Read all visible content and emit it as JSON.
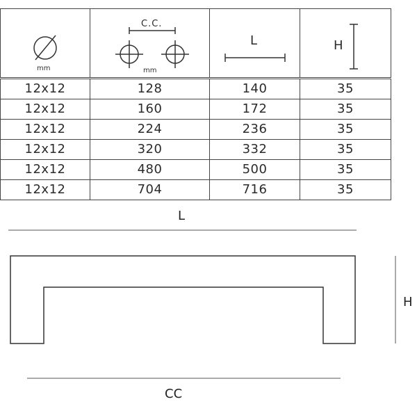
{
  "header": {
    "diameter_unit": "mm",
    "cc_label": "C.C.",
    "cc_unit": "mm",
    "length_label": "L",
    "height_label": "H",
    "diameter_icon": "diameter-icon",
    "cc_icon": "center-to-center-icon",
    "length_icon": "length-dimension-icon",
    "height_icon": "height-dimension-icon"
  },
  "rows": [
    {
      "diameter": "12x12",
      "cc": "128",
      "length": "140",
      "height": "35"
    },
    {
      "diameter": "12x12",
      "cc": "160",
      "length": "172",
      "height": "35"
    },
    {
      "diameter": "12x12",
      "cc": "224",
      "length": "236",
      "height": "35"
    },
    {
      "diameter": "12x12",
      "cc": "320",
      "length": "332",
      "height": "35"
    },
    {
      "diameter": "12x12",
      "cc": "480",
      "length": "500",
      "height": "35"
    },
    {
      "diameter": "12x12",
      "cc": "704",
      "length": "716",
      "height": "35"
    }
  ],
  "drawing": {
    "length_label": "L",
    "height_label": "H",
    "cc_label": "CC"
  }
}
